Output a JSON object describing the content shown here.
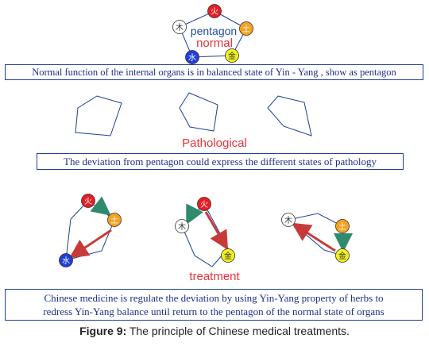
{
  "labels": {
    "pentagon": "pentagon",
    "normal": "normal",
    "pathological": "Pathological",
    "treatment": "treatment"
  },
  "boxes": {
    "normal_text": "Normal function of  the internal organs is in balanced state  of Yin - Yang , show as pentagon",
    "pathology_text": "The deviation from pentagon could express the different states of pathology",
    "treatment_line1": "Chinese medicine is regulate the deviation by using Yin-Yang property of herbs  to",
    "treatment_line2": "redress Yin-Yang balance until return to the pentagon of the normal state of organs"
  },
  "caption": {
    "prefix": "Figure 9:",
    "text": " The principle of Chinese medical treatments."
  },
  "elements": {
    "fire": {
      "char": "火",
      "color": "#e81c24"
    },
    "earth": {
      "char": "土",
      "color": "#f5a11f"
    },
    "metal": {
      "char": "金",
      "color": "#f2ef1e"
    },
    "water": {
      "char": "水",
      "color": "#1f3fd6"
    },
    "wood": {
      "char": "木",
      "color": "#ffffff"
    }
  },
  "colors": {
    "outline": "#1f3f99",
    "text": "#1f2f8a",
    "accent": "#e8313a",
    "arrow_red": "#c83a3a",
    "arrow_green": "#2f8a6e"
  }
}
